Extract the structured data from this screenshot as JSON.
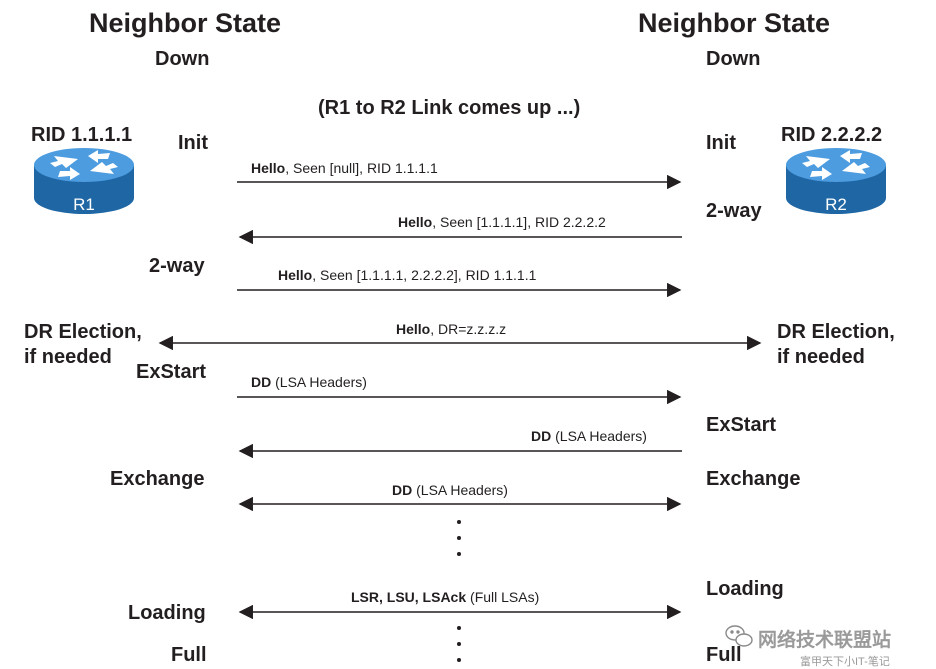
{
  "left": {
    "header": "Neighbor State",
    "rid": "RID 1.1.1.1",
    "router_name": "R1",
    "states": {
      "down": "Down",
      "init": "Init",
      "two_way": "2-way",
      "dr_election": [
        "DR Election,",
        "if needed"
      ],
      "exstart": "ExStart",
      "exchange": "Exchange",
      "loading": "Loading",
      "full": "Full"
    }
  },
  "right": {
    "header": "Neighbor State",
    "rid": "RID 2.2.2.2",
    "router_name": "R2",
    "states": {
      "down": "Down",
      "init": "Init",
      "two_way": "2-way",
      "dr_election": [
        "DR Election,",
        "if needed"
      ],
      "exstart": "ExStart",
      "exchange": "Exchange",
      "loading": "Loading",
      "full": "Full"
    }
  },
  "link_event": "(R1 to R2 Link comes up ...)",
  "messages": {
    "m1": {
      "bold": "Hello",
      "rest": ", Seen [null], RID 1.1.1.1"
    },
    "m2": {
      "bold": "Hello",
      "rest": ", Seen [1.1.1.1], RID 2.2.2.2"
    },
    "m3": {
      "bold": "Hello",
      "rest": ", Seen [1.1.1.1, 2.2.2.2], RID 1.1.1.1"
    },
    "m4": {
      "bold": "Hello",
      "rest": ", DR=z.z.z.z"
    },
    "m5": {
      "bold": "DD",
      "rest": " (LSA Headers)"
    },
    "m6": {
      "bold": "DD",
      "rest": " (LSA Headers)"
    },
    "m7": {
      "bold": "DD",
      "rest": " (LSA Headers)"
    },
    "m8": {
      "bold": "LSR, LSU, LSAck",
      "rest": " (Full LSAs)"
    }
  },
  "watermark": {
    "icon": "wechat-icon",
    "title": "网络技术联盟站",
    "subtitle": "富甲天下小IT-笔记"
  },
  "colors": {
    "router_dark": "#1f66a5",
    "router_light": "#3f8fd2",
    "router_top": "#5ea9e6",
    "arrow": "#231f20"
  }
}
